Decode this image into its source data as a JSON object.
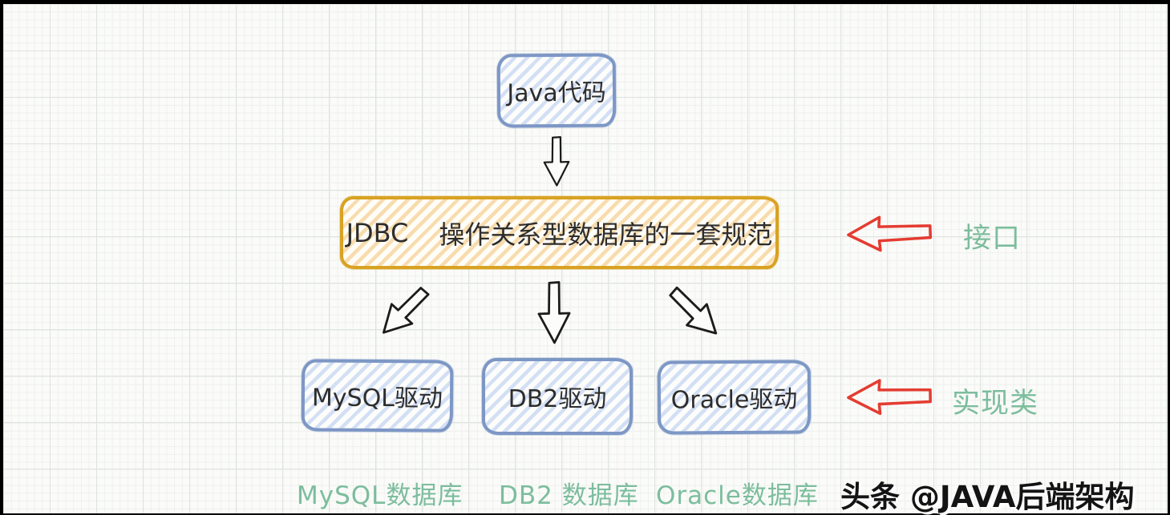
{
  "diagram": {
    "java_box": {
      "label": "Java代码"
    },
    "jdbc_box": {
      "label_en": "JDBC",
      "label_zh": "操作关系型数据库的一套规范"
    },
    "driver_boxes": [
      {
        "label": "MySQL驱动"
      },
      {
        "label": "DB2驱动"
      },
      {
        "label": "Oracle驱动"
      }
    ],
    "database_labels": [
      {
        "label": "MySQL数据库"
      },
      {
        "label": "DB2 数据库"
      },
      {
        "label": "Oracle数据库"
      }
    ],
    "annotations": [
      {
        "label": "接口"
      },
      {
        "label": "实现类"
      }
    ],
    "watermark": "头条 @JAVA后端架构",
    "colors": {
      "paper_background": "#fbfbf9",
      "frame": "#000000",
      "blue_box_border": "#7d97c5",
      "blue_box_hatch": "#d3dff4",
      "gold_box_border": "#d8a223",
      "gold_box_hatch": "#f8dcae",
      "teal_text": "#7cbd9d",
      "red_arrow": "#e43c31",
      "black_arrow": "#1c1c1c"
    }
  }
}
